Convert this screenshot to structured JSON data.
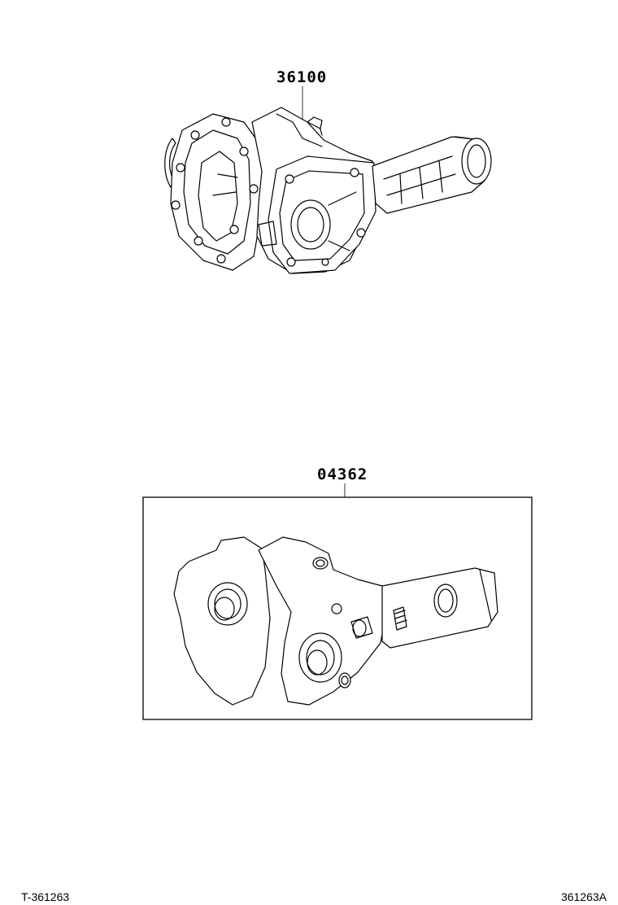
{
  "parts": {
    "assembly": {
      "number": "36100"
    },
    "gasket_kit": {
      "number": "04362"
    }
  },
  "footer": {
    "left_code": "T-361263",
    "right_code": "361263A"
  }
}
